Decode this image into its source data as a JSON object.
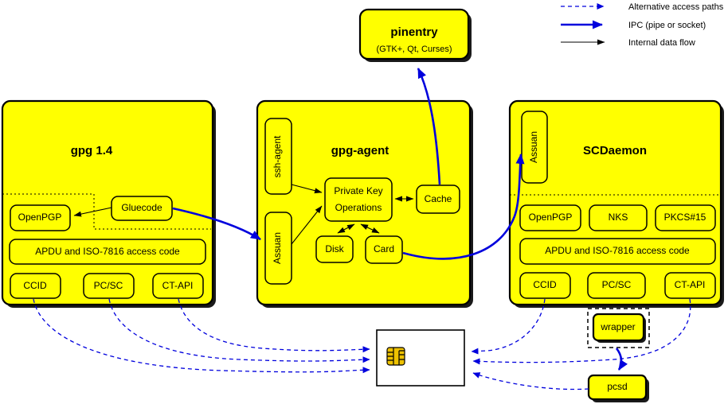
{
  "colors": {
    "box_yellow": "#ffff00",
    "arrow_blue": "#0000dd",
    "line_black": "#000000",
    "chip_gold": "#eec200",
    "card_white": "#ffffff"
  },
  "legend": {
    "alternative_label": "Alternative access paths",
    "ipc_label": "IPC (pipe or socket)",
    "internal_label": "Internal data flow"
  },
  "pinentry": {
    "title": "pinentry",
    "subtitle": "(GTK+, Qt, Curses)"
  },
  "gpg14": {
    "title": "gpg 1.4",
    "openpgp": "OpenPGP",
    "gluecode": "Gluecode",
    "apdu": "APDU and ISO-7816 access code",
    "ccid": "CCID",
    "pcsc": "PC/SC",
    "ctapi": "CT-API"
  },
  "gpg_agent": {
    "title": "gpg-agent",
    "ssh_agent": "ssh-agent",
    "assuan": "Assuan",
    "pko_line1": "Private Key",
    "pko_line2": "Operations",
    "cache": "Cache",
    "disk": "Disk",
    "card": "Card"
  },
  "scdaemon": {
    "title": "SCDaemon",
    "assuan": "Assuan",
    "openpgp": "OpenPGP",
    "nks": "NKS",
    "pkcs15": "PKCS#15",
    "apdu": "APDU and ISO-7816 access code",
    "ccid": "CCID",
    "pcsc": "PC/SC",
    "ctapi": "CT-API"
  },
  "wrapper": {
    "label": "wrapper"
  },
  "pcsd": {
    "label": "pcsd"
  }
}
